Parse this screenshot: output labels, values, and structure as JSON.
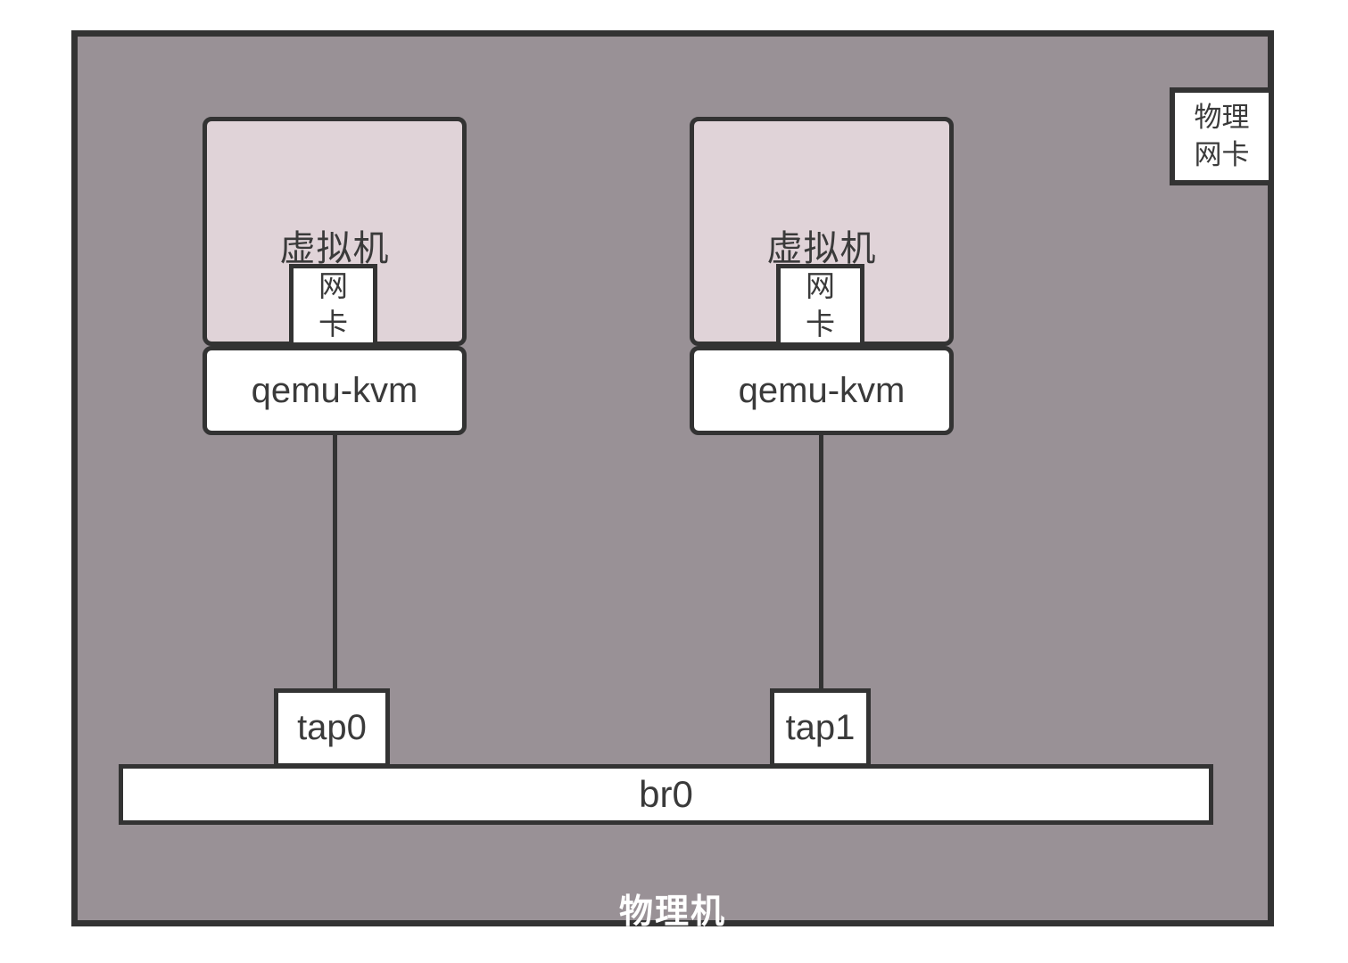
{
  "colors": {
    "host_fill": "#999196",
    "vm_fill": "#e0d3d8",
    "line": "#333333",
    "box_fill": "#ffffff",
    "text": "#3a3a3a",
    "host_label_text": "#ffffff"
  },
  "diagram": {
    "host_label": "物理机",
    "physical_nic_label": "物理\n网卡",
    "bridge_label": "br0",
    "vms": [
      {
        "label": "虚拟机",
        "nic_label": "网\n卡",
        "process_label": "qemu-kvm",
        "tap_label": "tap0"
      },
      {
        "label": "虚拟机",
        "nic_label": "网\n卡",
        "process_label": "qemu-kvm",
        "tap_label": "tap1"
      }
    ]
  }
}
